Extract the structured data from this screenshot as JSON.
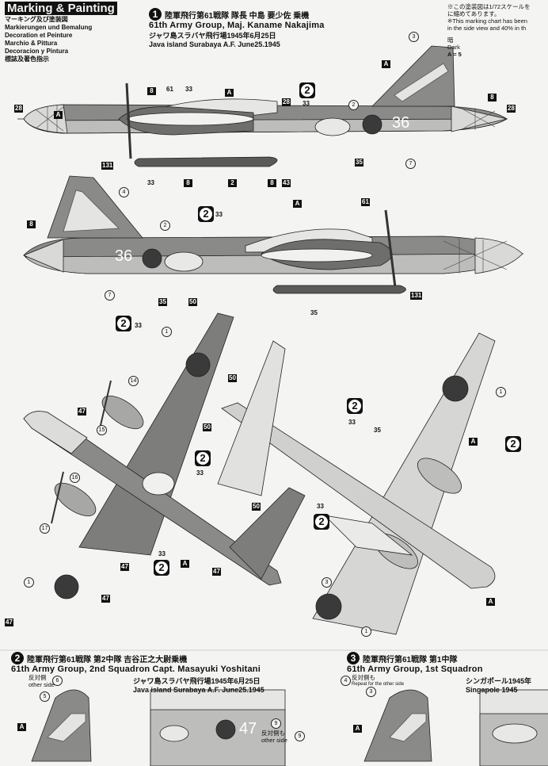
{
  "header": {
    "title_en": "Marking & Painting",
    "languages": [
      "マーキング及び塗装図",
      "Markierungen und Bemalung",
      "Decoration et Peinture",
      "Marchio & Pittura",
      "Decoracion y Pintura",
      "標誌及著色指示"
    ]
  },
  "notes": {
    "line1": "※この塗装図は1/72スケールを",
    "line2": "に縮めてあります。",
    "line3": "※This marking chart has been",
    "line4": "in the side view and 40% in th",
    "legend1": "暗",
    "legend2": "Dark",
    "legend3": "A = 5"
  },
  "scheme1": {
    "number": "1",
    "title_jp": "陸軍飛行第61戦隊 隊長 中島 要少佐 乗機",
    "title_en": "61th Army Group, Maj. Kaname Nakajima",
    "location_jp": "ジャワ島スラバヤ飛行場1945年6月25日",
    "location_en": "Java island Surabaya A.F. June25.1945"
  },
  "scheme2": {
    "number": "2",
    "title_jp": "陸軍飛行第61戦隊 第2中隊 吉谷正之大尉乗機",
    "title_en": "61th Army Group, 2nd Squadron Capt. Masayuki Yoshitani",
    "location_jp": "ジャワ島スラバヤ飛行場1945年6月25日",
    "location_en": "Java island Surabaya A.F. June25.1945",
    "opposite_jp": "反対側",
    "opposite_en": "other side",
    "repeat_jp": "反対側も",
    "repeat_en": "other side",
    "tail_number": "47"
  },
  "scheme3": {
    "number": "3",
    "title_jp": "陸軍飛行第61戦隊 第1中隊",
    "title_en": "61th Army Group, 1st Squadron",
    "location_jp": "シンガポール1945年",
    "location_en": "Singapole 1945",
    "repeat_jp": "反対側も",
    "repeat_en": "Repeat for the other side"
  },
  "aircraft": {
    "side_number_top": "36",
    "side_number_mid": "36"
  },
  "colors": {
    "dark_green": "#7d7d7b",
    "light_gray": "#d6d6d4",
    "hinomaru": "#3a3a3a",
    "ink": "#111111"
  },
  "callouts": {
    "c8a": "8",
    "c61a": "61",
    "c33a": "33",
    "cAa": "A",
    "c28a": "28",
    "c33b": "33",
    "c3a": "3",
    "cAb": "A",
    "c8b": "8",
    "c28b": "28",
    "c2a": "2",
    "c35a": "35",
    "c7a": "7",
    "c131a": "131",
    "c33c": "33",
    "c8c": "8",
    "c2b": "2",
    "c8d": "8",
    "c43": "43",
    "c4a": "4",
    "c8e": "8",
    "c33d": "33",
    "cAc": "A",
    "c61b": "61",
    "c2c": "2",
    "c28c": "28",
    "c7b": "7",
    "c35b": "35",
    "c131b": "131",
    "c35c": "35",
    "c50a": "50",
    "c33e": "33",
    "c1a": "1",
    "c50b": "50",
    "c14": "14",
    "c47a": "47",
    "c15": "15",
    "c50c": "50",
    "c16": "16",
    "c17": "17",
    "c47b": "47",
    "c1b": "1",
    "c47c": "47",
    "c47d": "47",
    "c33f": "33",
    "c50d": "50",
    "c33g": "33",
    "cAd": "A",
    "c47e": "47",
    "c1c": "1",
    "c33h": "33",
    "c35d": "35",
    "cAe": "A",
    "c33i": "33",
    "c3b": "3",
    "c1d": "1",
    "cAf": "A",
    "c6": "6",
    "c5": "5",
    "cAg": "A",
    "c9a": "9",
    "c9b": "9",
    "c4b": "4",
    "c3c": "3",
    "cAh": "A"
  }
}
